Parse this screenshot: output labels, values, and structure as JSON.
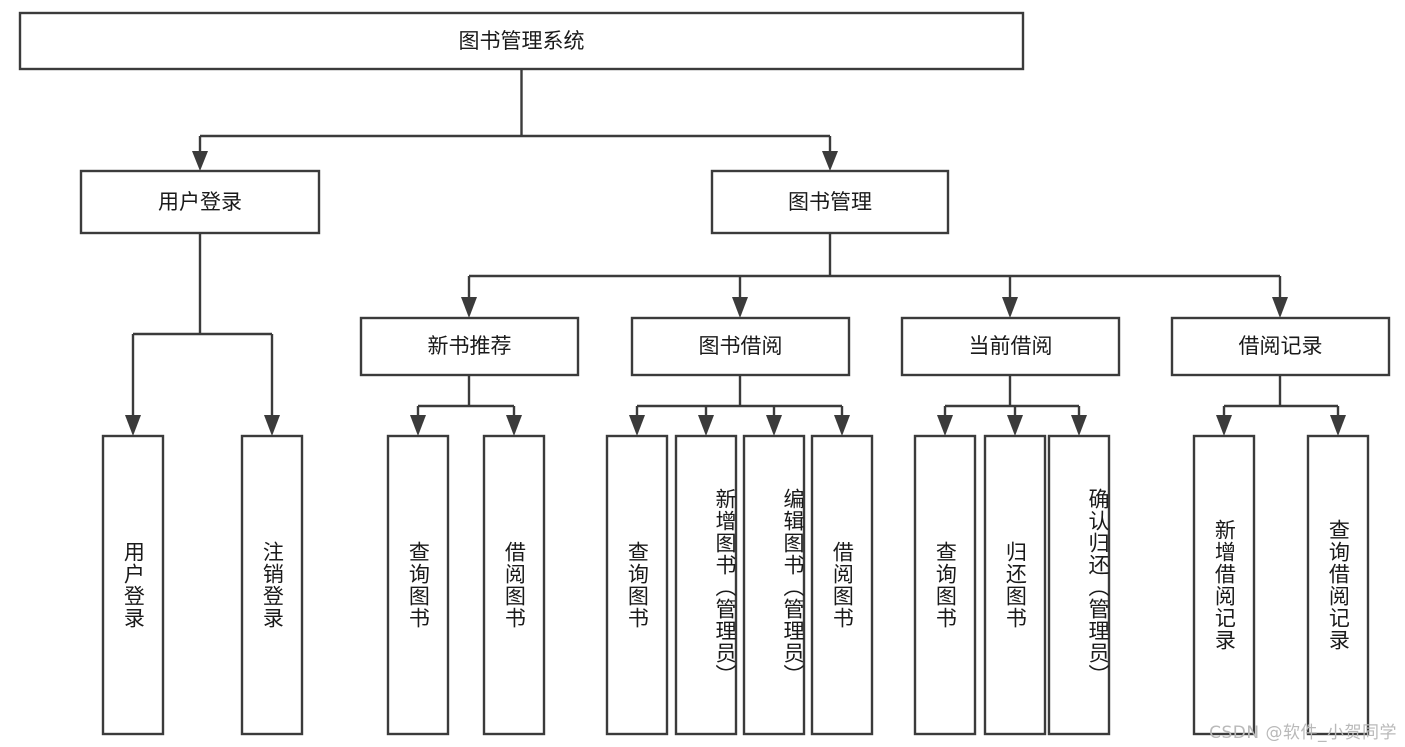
{
  "diagram": {
    "title": "图书管理系统",
    "type": "hierarchy-tree",
    "watermark": "CSDN @软件_小贺同学",
    "colors": {
      "stroke": "#3b3b3b",
      "fill": "#ffffff",
      "text": "#1a1a1a",
      "watermark": "#b9b9b9"
    },
    "root": {
      "label": "图书管理系统"
    },
    "level2": [
      {
        "label": "用户登录"
      },
      {
        "label": "图书管理"
      }
    ],
    "level3": [
      {
        "label": "新书推荐"
      },
      {
        "label": "图书借阅"
      },
      {
        "label": "当前借阅"
      },
      {
        "label": "借阅记录"
      }
    ],
    "leaves": {
      "user_login": [
        {
          "label": "用户登录"
        },
        {
          "label": "注销登录"
        }
      ],
      "new_book_recommend": [
        {
          "label": "查询图书"
        },
        {
          "label": "借阅图书"
        }
      ],
      "book_borrow": [
        {
          "label": "查询图书"
        },
        {
          "label": "新增图书（管理员）"
        },
        {
          "label": "编辑图书（管理员）"
        },
        {
          "label": "借阅图书"
        }
      ],
      "current_borrow": [
        {
          "label": "查询图书"
        },
        {
          "label": "归还图书"
        },
        {
          "label": "确认归还（管理员）"
        }
      ],
      "borrow_record": [
        {
          "label": "新增借阅记录"
        },
        {
          "label": "查询借阅记录"
        }
      ]
    }
  }
}
